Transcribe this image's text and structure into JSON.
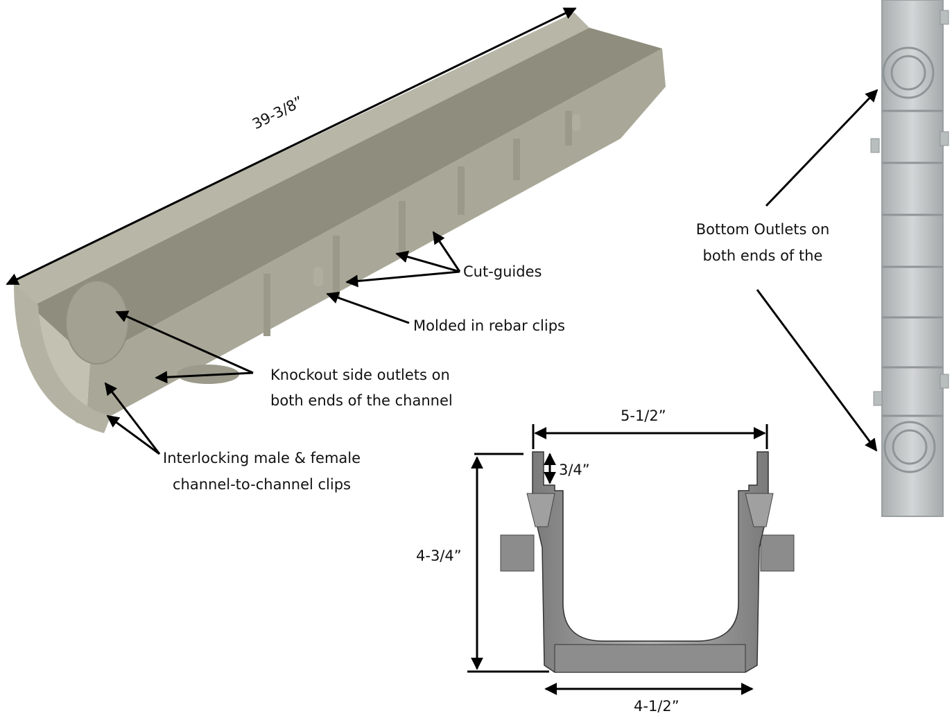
{
  "dimensions": {
    "length": "39-3/8”",
    "top_width": "5-1/2”",
    "lip_height": "3/4”",
    "overall_height": "4-3/4”",
    "bottom_width": "4-1/2”"
  },
  "callouts": {
    "cut_guides": "Cut-guides",
    "rebar_clips": "Molded in rebar clips",
    "knockout_line1": "Knockout side outlets on",
    "knockout_line2": "both ends of the channel",
    "interlock_line1": "Interlocking male & female",
    "interlock_line2": "channel-to-channel clips",
    "bottom_outlets_line1": "Bottom Outlets on",
    "bottom_outlets_line2": "both ends of the"
  },
  "colors": {
    "channel_body": "#a9a898",
    "channel_top": "#8f8e7e",
    "channel_light": "#c2c1b2",
    "section_gray": "#9a9a9a",
    "section_dark": "#6e6e6e",
    "bottom_view": "#c4c8c9",
    "line": "#000000"
  }
}
